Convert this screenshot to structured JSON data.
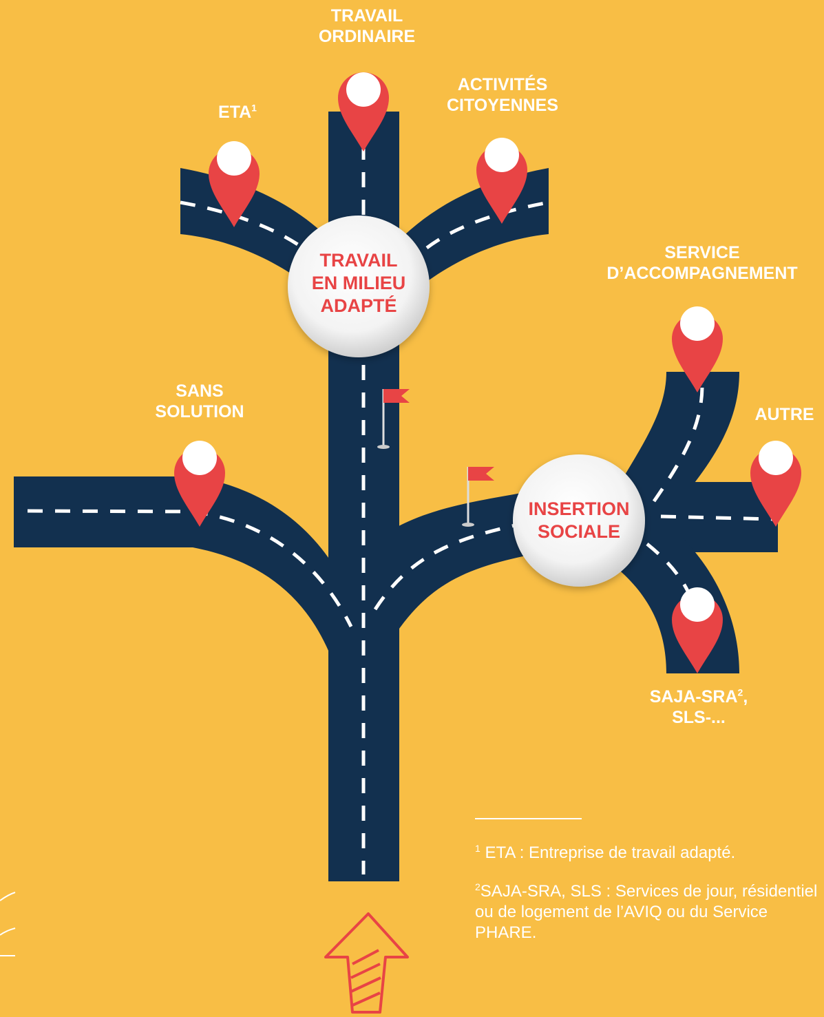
{
  "colors": {
    "background": "#F8BE45",
    "road": "#12304F",
    "pin": "#E84445",
    "text": "#FFFFFF",
    "hub_text": "#E84445"
  },
  "destinations": {
    "travail_ordinaire": {
      "line1": "TRAVAIL",
      "line2": "ORDINAIRE"
    },
    "eta": {
      "label": "ETA",
      "footnote_ref": "1"
    },
    "activites_citoyennes": {
      "line1": "ACTIVITÉS",
      "line2": "CITOYENNES"
    },
    "service_accompagnement": {
      "line1": "SERVICE",
      "line2": "D’ACCOMPAGNEMENT"
    },
    "autre": {
      "label": "AUTRE"
    },
    "sans_solution": {
      "line1": "SANS",
      "line2": "SOLUTION"
    },
    "saja": {
      "line1_a": "SAJA-SRA",
      "footnote_ref": "2",
      "line1_b": ",",
      "line2": "SLS-..."
    }
  },
  "hubs": {
    "milieu_adapte": {
      "line1": "TRAVAIL",
      "line2": "EN MILIEU",
      "line3": "ADAPTÉ"
    },
    "insertion_sociale": {
      "line1": "INSERTION",
      "line2": "SOCIALE"
    }
  },
  "footnotes": [
    {
      "ref": "1",
      "text": "ETA : Entreprise de travail adapté."
    },
    {
      "ref": "2",
      "text": "SAJA-SRA, SLS : Services de jour, résidentiel ou de logement de l’AVIQ ou du Service PHARE."
    }
  ],
  "icons": {
    "pin": "map-pin-icon",
    "flag": "flag-icon",
    "arrow": "arrow-up-icon"
  }
}
